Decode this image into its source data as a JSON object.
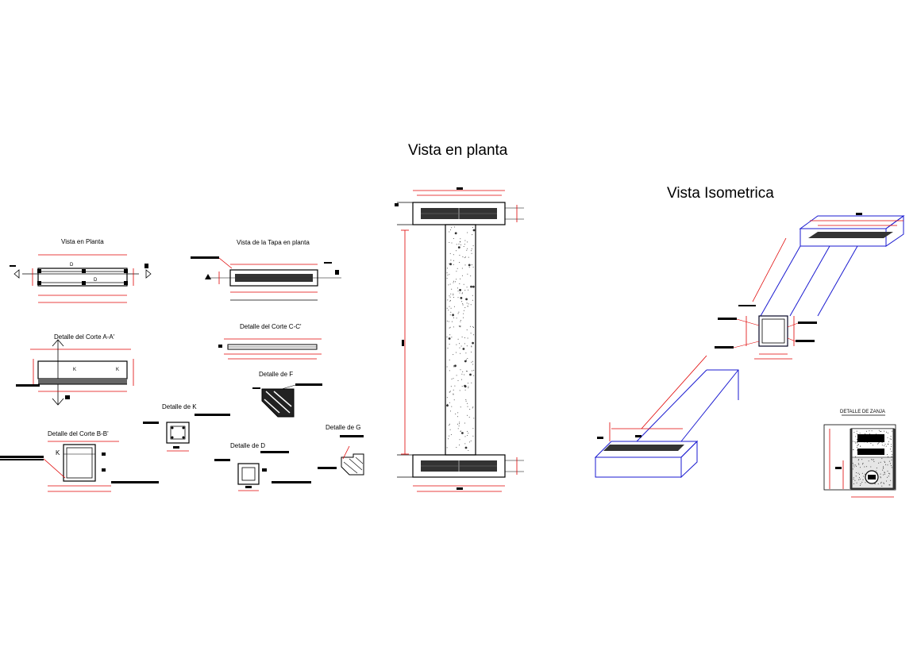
{
  "main_titles": {
    "plan_view": "Vista  en planta",
    "isometric_view": "Vista Isometrica"
  },
  "detail_titles": {
    "plan": "Vista en  Planta",
    "cover_plan": "Vista de la Tapa en planta",
    "section_aa": "Detalle del Corte A-A'",
    "section_cc": "Detalle del Corte C-C'",
    "detail_f": "Detalle de F",
    "detail_k": "Detalle de K",
    "section_bb": "Detalle del Corte B-B'",
    "detail_d": "Detalle de D",
    "detail_g": "Detalle de G",
    "trench_detail": "DETALLE DE ZANJA"
  },
  "markers": {
    "k": "K",
    "d": "D"
  },
  "colors": {
    "dimension_red": "#e00000",
    "isometric_blue": "#1a1ad0",
    "linework_black": "#000000",
    "grating_fill": "#333333"
  }
}
